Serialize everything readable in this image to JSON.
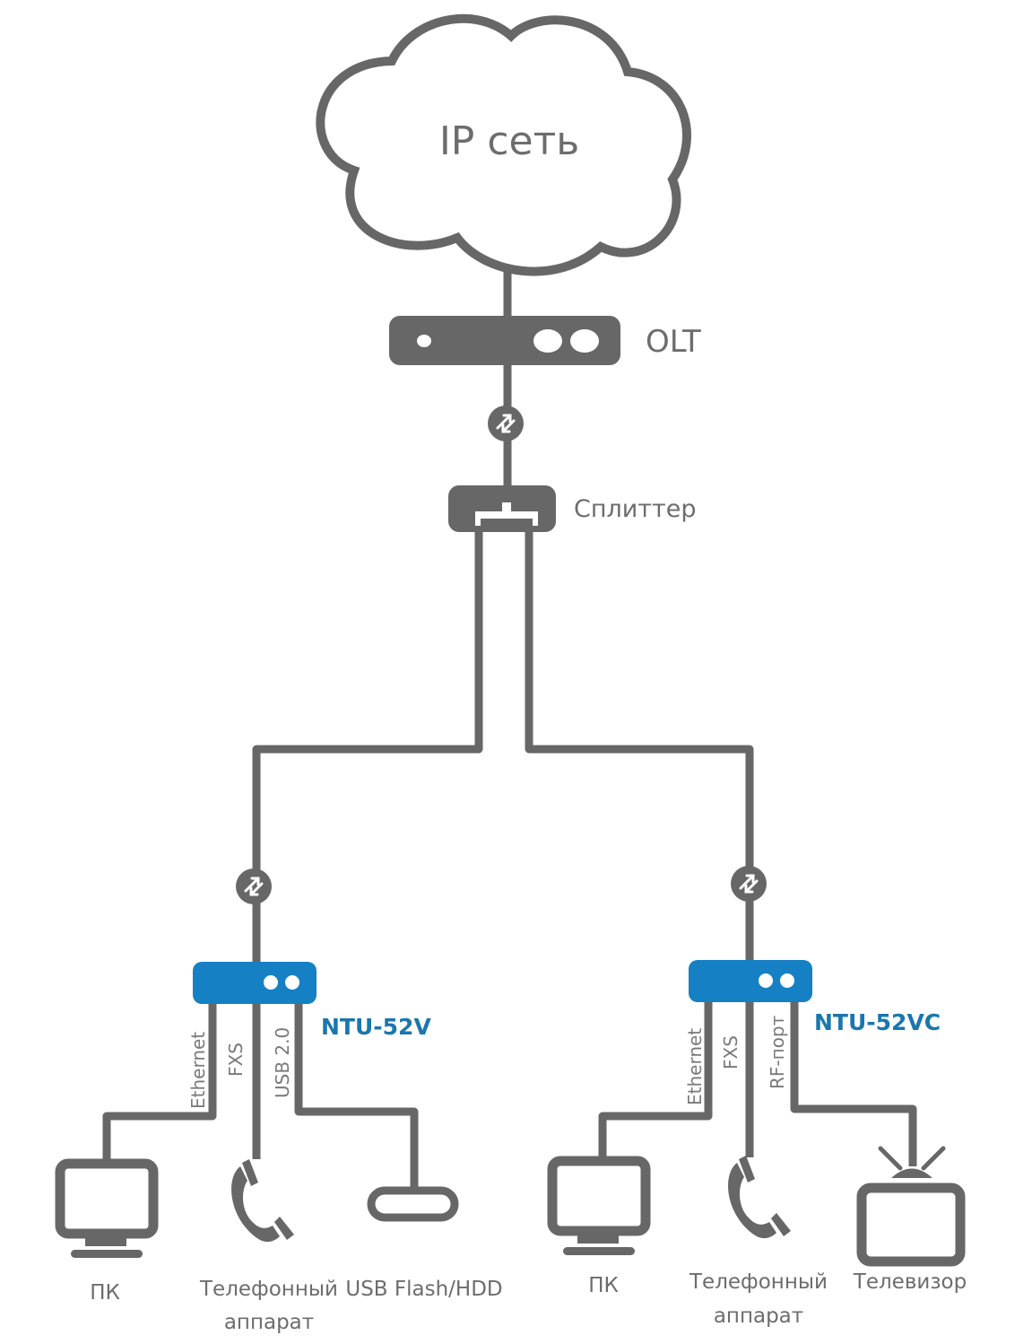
{
  "colors": {
    "line": "#676767",
    "device_blue": "#1580c4",
    "device_label": "#1a77ad",
    "text": "#6d6d6d"
  },
  "network": {
    "cloud_label": "IP сеть",
    "olt_label": "OLT",
    "splitter_label": "Сплиттер"
  },
  "left_branch": {
    "device_name": "NTU-52V",
    "ports": [
      "Ethernet",
      "FXS",
      "USB 2.0"
    ],
    "endpoints": {
      "pc": "ПК",
      "phone_line1": "Телефонный",
      "phone_line2": "аппарат",
      "usb": "USB Flash/HDD"
    }
  },
  "right_branch": {
    "device_name": "NTU-52VC",
    "ports": [
      "Ethernet",
      "FXS",
      "RF-порт"
    ],
    "endpoints": {
      "pc": "ПК",
      "phone_line1": "Телефонный",
      "phone_line2": "аппарат",
      "tv": "Телевизор"
    }
  },
  "icons": {
    "cloud": "cloud-icon",
    "olt": "olt-device-icon",
    "link": "bidirectional-arrows-icon",
    "splitter": "splitter-icon",
    "ont": "ont-router-icon",
    "pc": "monitor-icon",
    "phone": "telephone-handset-icon",
    "usb": "usb-drive-icon",
    "tv": "television-icon"
  }
}
